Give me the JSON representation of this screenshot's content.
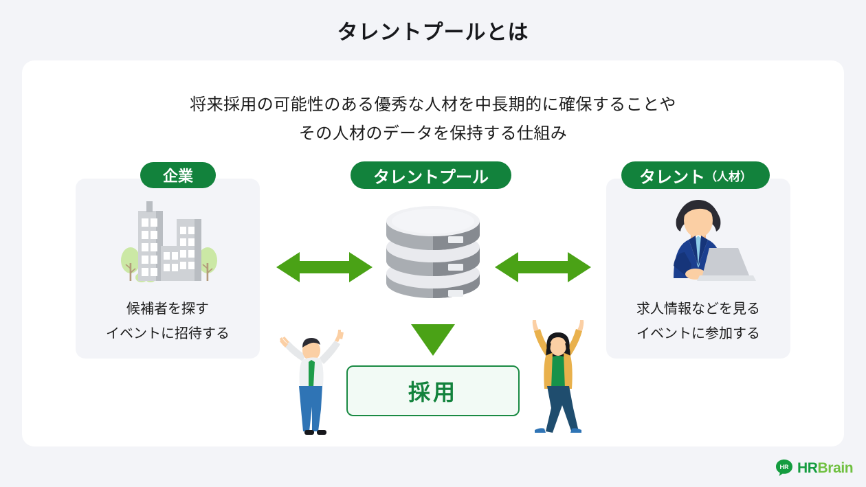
{
  "title": "タレントプールとは",
  "description": {
    "line1": "将来採用の可能性のある優秀な人材を中長期的に確保することや",
    "line2": "その人材のデータを保持する仕組み"
  },
  "labels": {
    "company": "企業",
    "pool": "タレントプール",
    "talent_main": "タレント",
    "talent_sub": "（人材）"
  },
  "cards": {
    "left": {
      "caption_line1": "候補者を探す",
      "caption_line2": "イベントに招待する",
      "art": "office-buildings-illustration"
    },
    "right": {
      "caption_line1": "求人情報などを見る",
      "caption_line2": "イベントに参加する",
      "art": "businessman-with-laptop-illustration"
    }
  },
  "center": {
    "art": "database-cylinder-icon"
  },
  "arrows": {
    "left": "double-headed-horizontal-arrow",
    "right": "double-headed-horizontal-arrow",
    "down": "downward-triangle-arrow"
  },
  "hire_box": {
    "label": "採用"
  },
  "people": {
    "male": "celebrating-man-illustration",
    "female": "celebrating-woman-illustration"
  },
  "logo": {
    "mark_text": "HR",
    "name_primary": "HR",
    "name_secondary": "Brain"
  },
  "colors": {
    "page_background": "#f3f4f8",
    "panel_background": "#ffffff",
    "card_background": "#f3f4f8",
    "pill_green": "#12823c",
    "arrow_green": "#4aa216",
    "hire_border_green": "#1a8a43",
    "hire_fill_green": "#f2faf5",
    "hire_text_green": "#12823c",
    "logo_green_dark": "#149c3f",
    "logo_green_light": "#6fc040",
    "text_dark": "#1c1c1c"
  }
}
